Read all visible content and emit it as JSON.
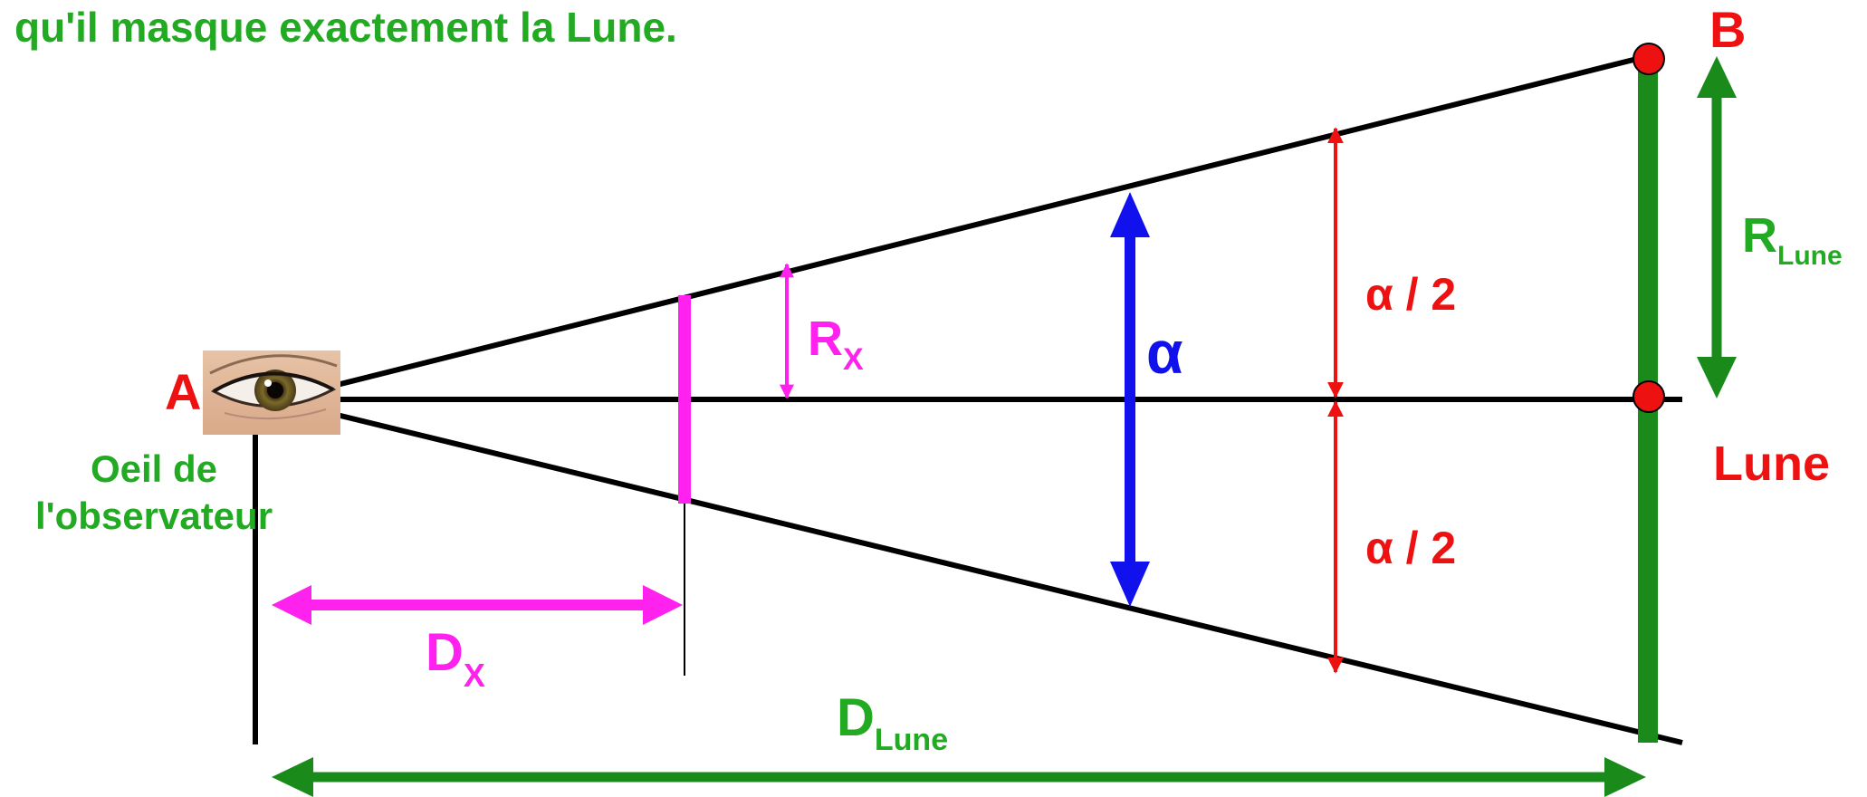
{
  "caption": "qu'il masque exactement la Lune.",
  "labels": {
    "point_a": "A",
    "point_b": "B",
    "observer_line1": "Oeil de",
    "observer_line2": "l'observateur",
    "moon": "Lune",
    "alpha": "α",
    "half_angle_top": "α / 2",
    "half_angle_bottom": "α / 2",
    "r_x_main": "R",
    "r_x_sub": "X",
    "d_x_main": "D",
    "d_x_sub": "X",
    "r_lune_main": "R",
    "r_lune_sub": "Lune",
    "d_lune_main": "D",
    "d_lune_sub": "Lune"
  },
  "icons": {
    "eye": "eye-icon"
  },
  "colors": {
    "caption": "#22aa22",
    "green": "#1a8a1a",
    "red": "#ee1111",
    "magenta": "#ff22ee",
    "blue": "#1111ee",
    "black": "#000000"
  }
}
